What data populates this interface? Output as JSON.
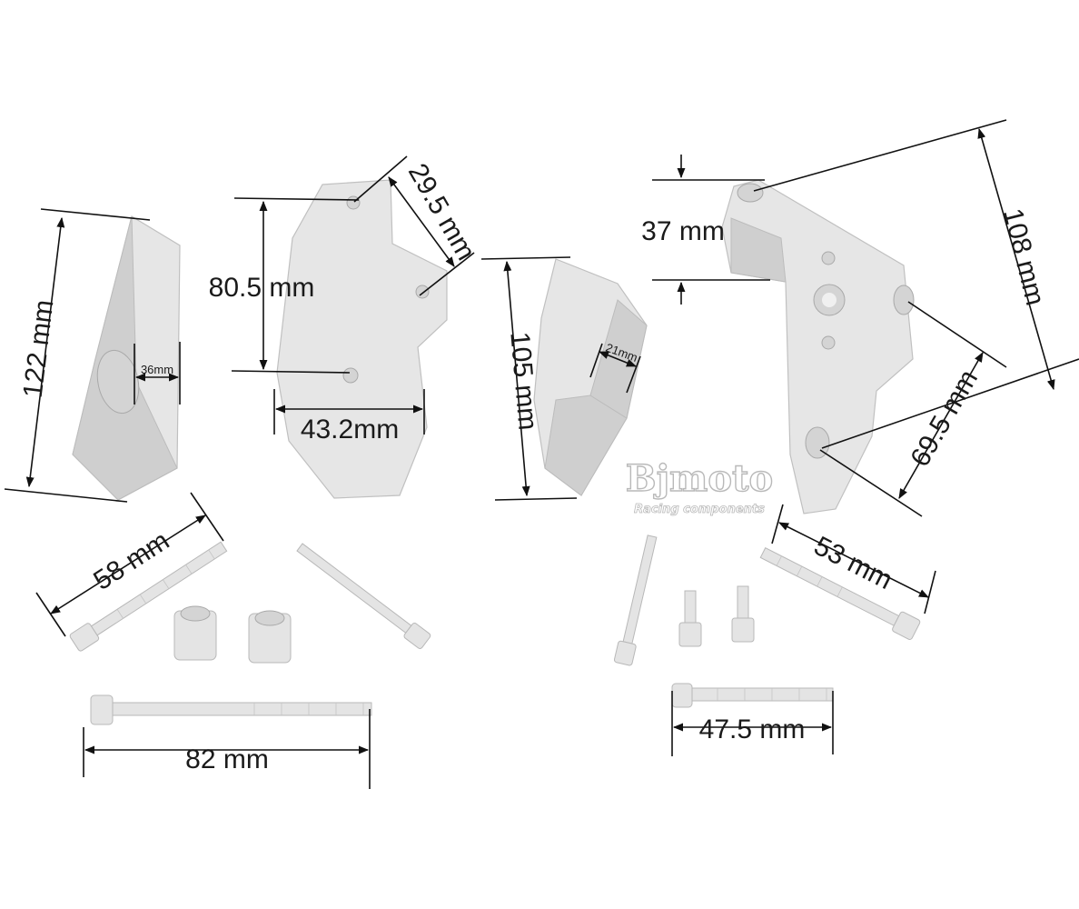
{
  "brand": {
    "name": "Bjmoto",
    "tagline": "Racing components"
  },
  "dimensions": {
    "left_slider_height": "122 mm",
    "left_slider_hole": "36mm",
    "plate_hole_spacing": "80.5 mm",
    "plate_edge_hole": "29.5 mm",
    "plate_width": "43.2mm",
    "center_slider_height": "105 mm",
    "center_slider_face": "21mm",
    "bracket_top_offset": "37 mm",
    "bracket_height": "108 mm",
    "bracket_diagonal": "69.5 mm",
    "bolt_58": "58 mm",
    "bolt_82": "82 mm",
    "bolt_53": "53 mm",
    "bolt_47_5": "47.5 mm"
  }
}
